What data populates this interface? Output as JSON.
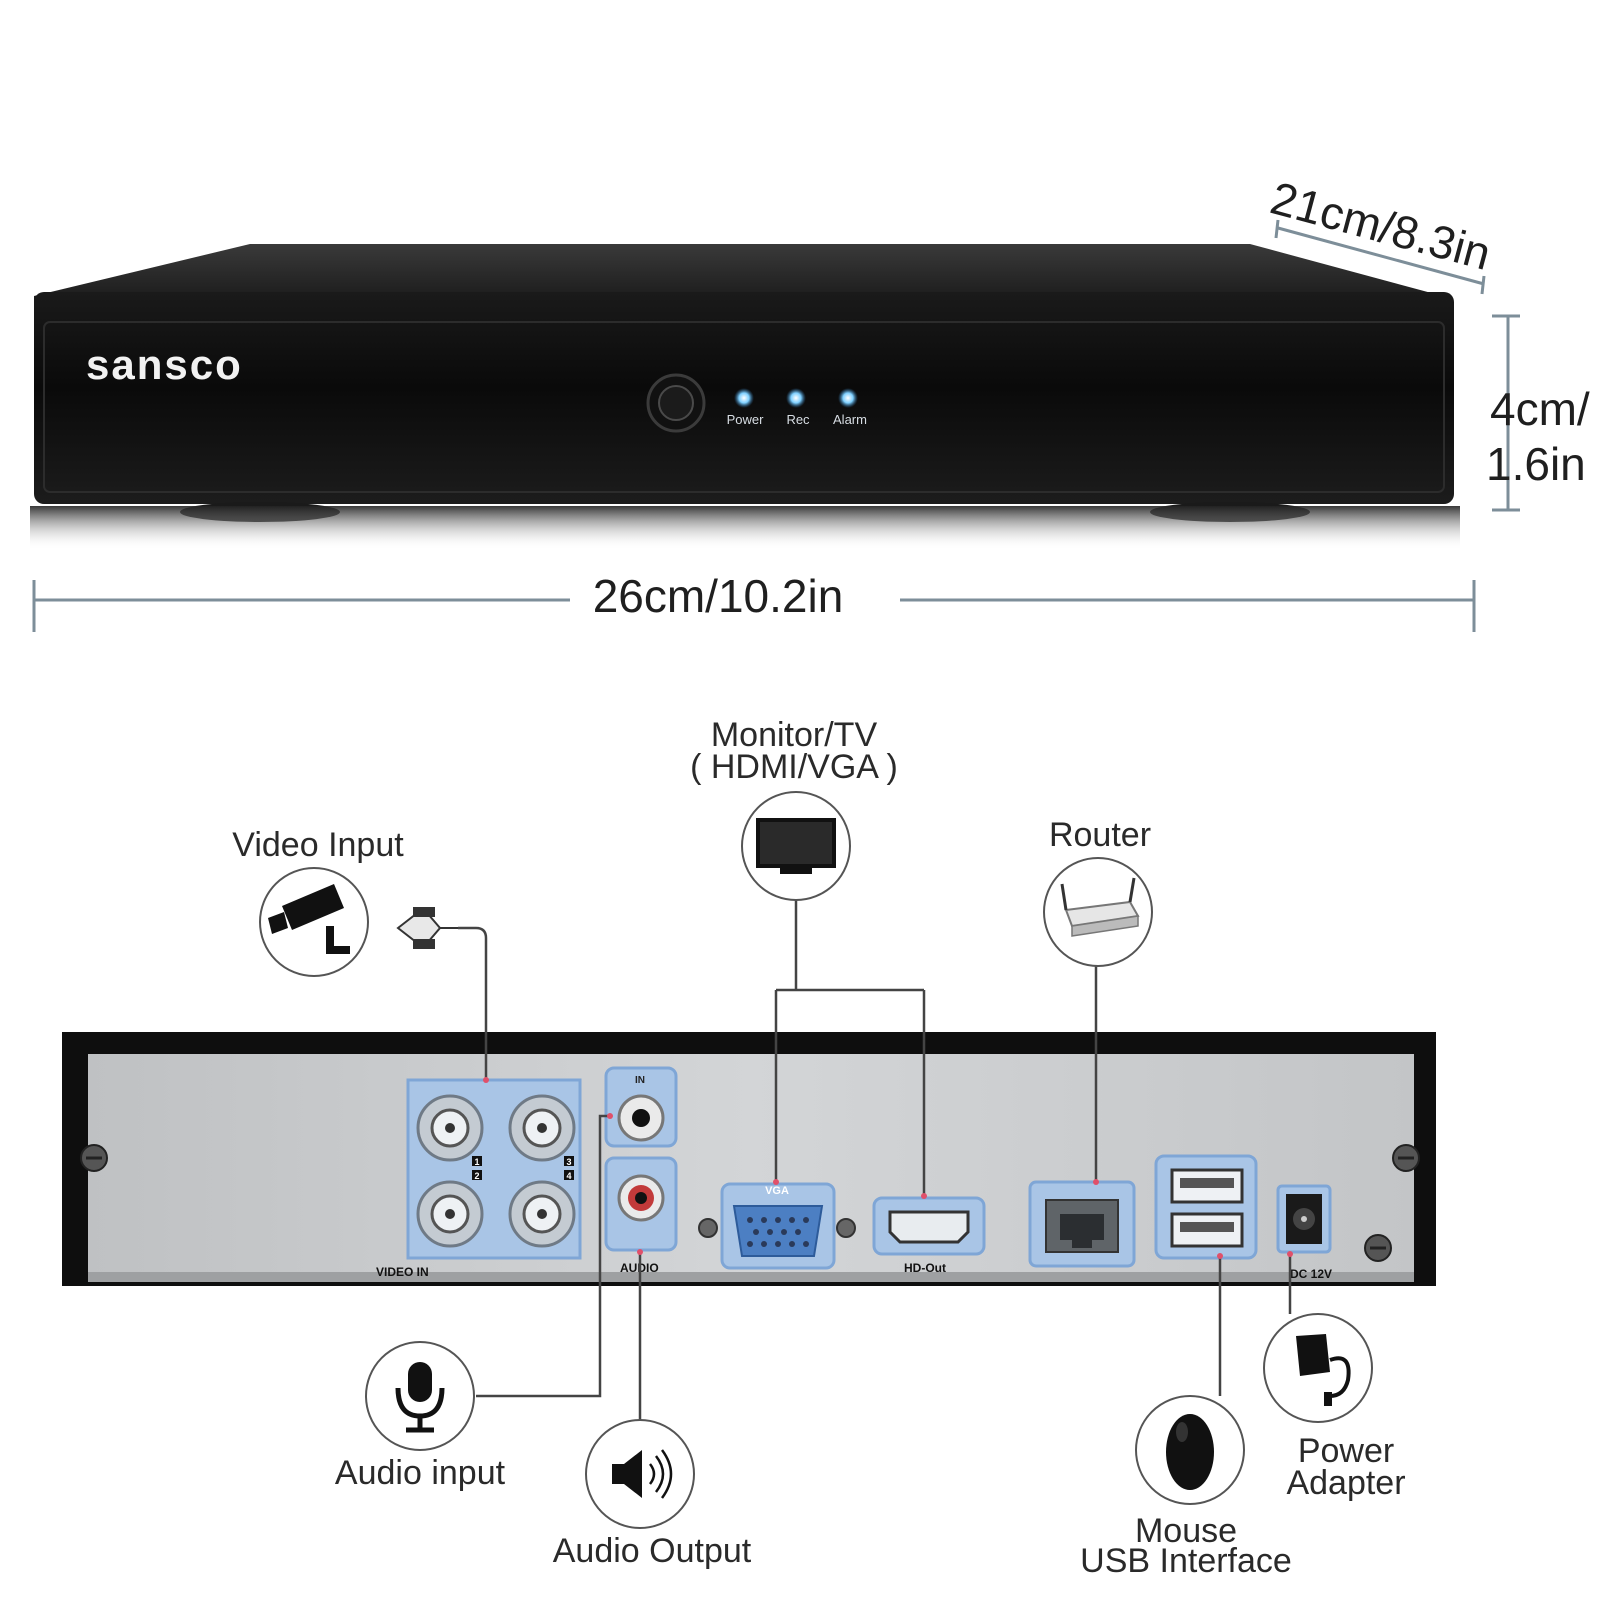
{
  "front_view": {
    "brand": "sansco",
    "indicators": [
      "Power",
      "Rec",
      "Alarm"
    ],
    "led_color": "#6fc8ff"
  },
  "dimensions": {
    "width": "26cm/10.2in",
    "depth": "21cm/8.3in",
    "height_line1": "4cm/",
    "height_line2": "1.6in"
  },
  "rear_panel": {
    "video_in": "VIDEO IN",
    "channels": [
      "1",
      "2",
      "3",
      "4"
    ],
    "audio_in": "IN",
    "audio": "AUDIO",
    "vga": "VGA",
    "hd_out": "HD-Out",
    "dc": "DC 12V"
  },
  "connections": {
    "video_input": "Video Input",
    "monitor_line1": "Monitor/TV",
    "monitor_line2": "( HDMI/VGA )",
    "router": "Router",
    "audio_input": "Audio input",
    "audio_output": "Audio Output",
    "power_line1": "Power",
    "power_line2": "Adapter",
    "mouse_line1": "Mouse",
    "mouse_line2": "USB Interface"
  },
  "colors": {
    "device_body": "#0d0d0d",
    "panel": "#c9cbcd",
    "port_highlight": "#8fb6e6",
    "connection_dot": "#e0506a"
  }
}
